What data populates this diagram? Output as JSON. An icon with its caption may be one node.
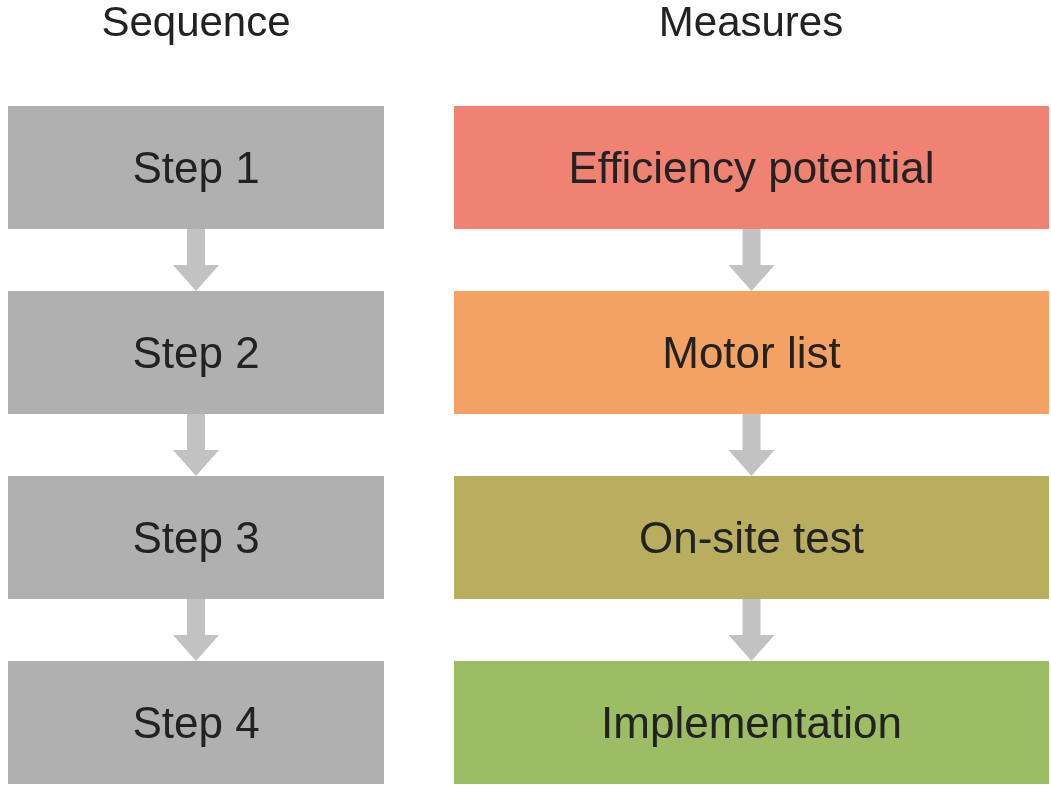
{
  "diagram": {
    "nodes": [
      {
        "text": [
          "Step 1"
        ]
      },
      {
        "text": [
          "Step 2"
        ]
      },
      {
        "text": [
          "Step 3"
        ]
      },
      {
        "text": [
          "Step 4"
        ]
      },
      {
        "text": [
          "Efficiency potential"
        ]
      },
      {
        "text": [
          "Motor list"
        ]
      },
      {
        "text": [
          "On-site test"
        ]
      },
      {
        "text": [
          "Implementation"
        ]
      }
    ],
    "edges": [
      {
        "from": 0,
        "to": 1,
        "arrow": "to"
      },
      {
        "from": 1,
        "to": 2,
        "arrow": "to"
      },
      {
        "from": 2,
        "to": 3,
        "arrow": "to"
      },
      {
        "from": 4,
        "to": 5,
        "arrow": "to"
      },
      {
        "from": 5,
        "to": 6,
        "arrow": "to"
      },
      {
        "from": 6,
        "to": 7,
        "arrow": "to"
      }
    ],
    "labels": [
      "Sequence",
      "Measures"
    ]
  }
}
